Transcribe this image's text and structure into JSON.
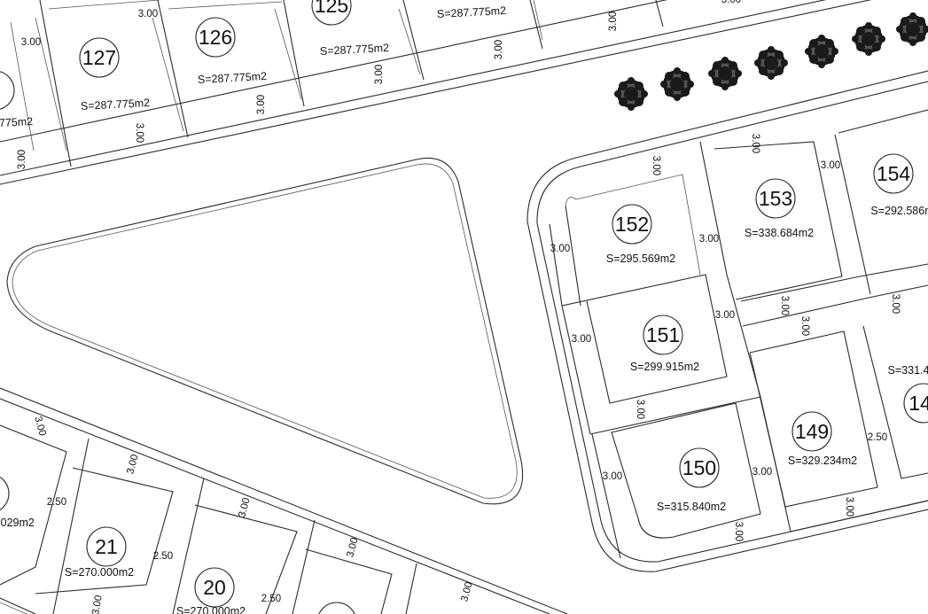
{
  "lots": [
    {
      "id": "127",
      "number": "127",
      "area": "S=287.775m2"
    },
    {
      "id": "126",
      "number": "126",
      "area": "S=287.775m2"
    },
    {
      "id": "125",
      "number": "125",
      "area": "S=287.775m2"
    },
    {
      "id": "124",
      "number": "",
      "area": "S=287.775m2"
    },
    {
      "id": "128",
      "number": "",
      "area": "775m2"
    },
    {
      "id": "152",
      "number": "152",
      "area": "S=295.569m2"
    },
    {
      "id": "153",
      "number": "153",
      "area": "S=338.684m2"
    },
    {
      "id": "154",
      "number": "154",
      "area": "S=292.586m"
    },
    {
      "id": "151",
      "number": "151",
      "area": "S=299.915m2"
    },
    {
      "id": "150",
      "number": "150",
      "area": "S=315.840m2"
    },
    {
      "id": "149",
      "number": "149",
      "area": "S=329.234m2"
    },
    {
      "id": "148",
      "number": "14",
      "area": "S=331.4"
    },
    {
      "id": "22",
      "number": "",
      "area": ".029m2"
    },
    {
      "id": "21",
      "number": "21",
      "area": "S=270.000m2"
    },
    {
      "id": "20",
      "number": "20",
      "area": "S=270.000m2"
    }
  ],
  "setback_labels": [
    "3.00",
    "2.50"
  ],
  "trees": {
    "count": 7,
    "color": "#111111"
  }
}
